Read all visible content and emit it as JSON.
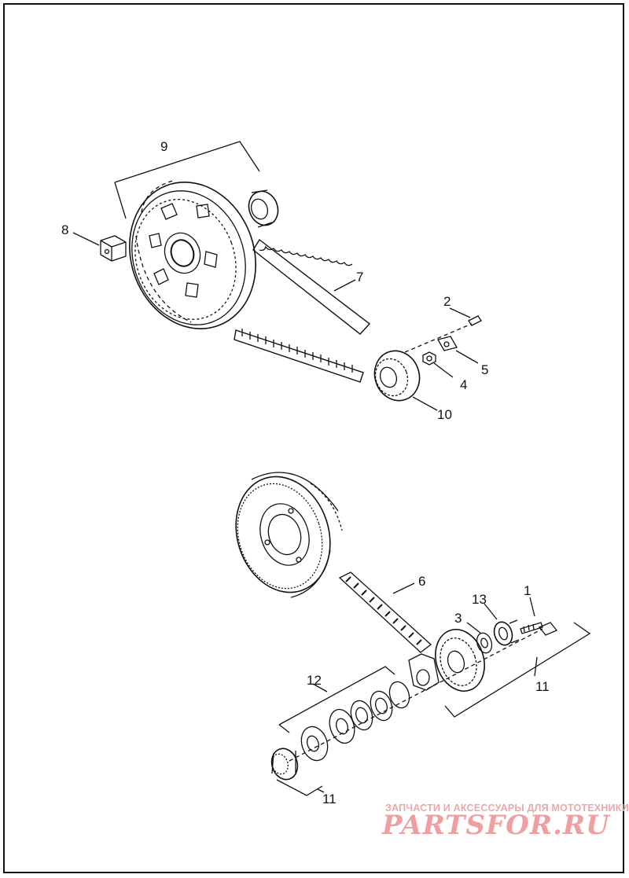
{
  "callouts": {
    "c1": "1",
    "c2": "2",
    "c3": "3",
    "c4": "4",
    "c5": "5",
    "c6": "6",
    "c7": "7",
    "c8": "8",
    "c9": "9",
    "c10": "10",
    "c11a": "11",
    "c11b": "11",
    "c12": "12",
    "c13": "13"
  },
  "watermark": {
    "tagline": "ЗАПЧАСТИ И АКСЕССУАРЫ ДЛЯ МОТОТЕХНИКИ",
    "logo": "PARTSFOR.RU"
  },
  "icons": [
    "clutch-basket-icon",
    "bearing-icon",
    "belt-icon",
    "sprocket-icon",
    "bolt-icon",
    "washer-icon",
    "chain-icon",
    "sensor-icon"
  ]
}
